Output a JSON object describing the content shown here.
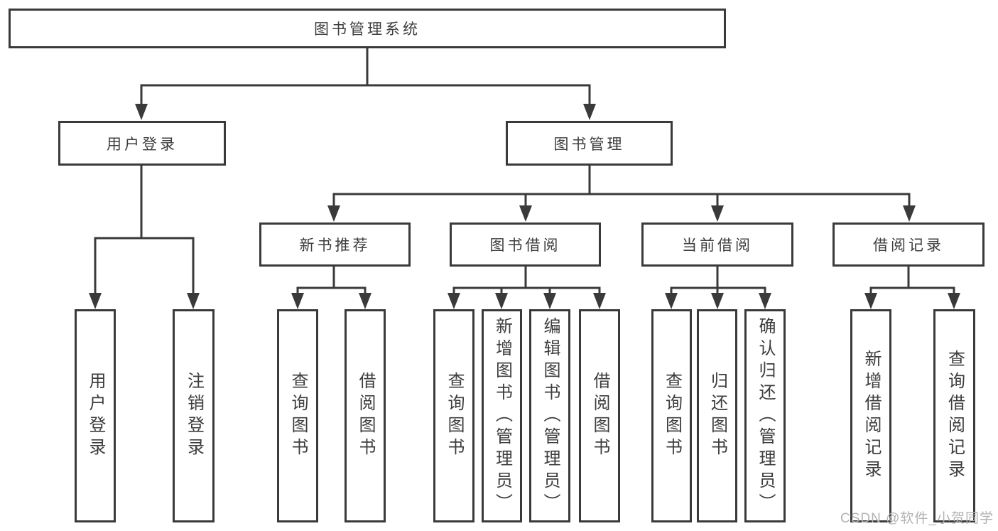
{
  "tree": {
    "label": "图书管理系统",
    "children": [
      {
        "label": "用户登录",
        "children": [
          {
            "label": "用户登录"
          },
          {
            "label": "注销登录"
          }
        ]
      },
      {
        "label": "图书管理",
        "children": [
          {
            "label": "新书推荐",
            "children": [
              {
                "label": "查询图书"
              },
              {
                "label": "借阅图书"
              }
            ]
          },
          {
            "label": "图书借阅",
            "children": [
              {
                "label": "查询图书"
              },
              {
                "label": "新增图书（管理员）"
              },
              {
                "label": "编辑图书（管理员）"
              },
              {
                "label": "借阅图书"
              }
            ]
          },
          {
            "label": "当前借阅",
            "children": [
              {
                "label": "查询图书"
              },
              {
                "label": "归还图书"
              },
              {
                "label": "确认归还（管理员）"
              }
            ]
          },
          {
            "label": "借阅记录",
            "children": [
              {
                "label": "新增借阅记录"
              },
              {
                "label": "查询借阅记录"
              }
            ]
          }
        ]
      }
    ]
  },
  "watermark": "CSDN @软件_小贺同学",
  "colors": {
    "line": "#3a3a3a",
    "text": "#3d3d3d",
    "watermark": "#b3b3b3",
    "bg": "#ffffff"
  }
}
